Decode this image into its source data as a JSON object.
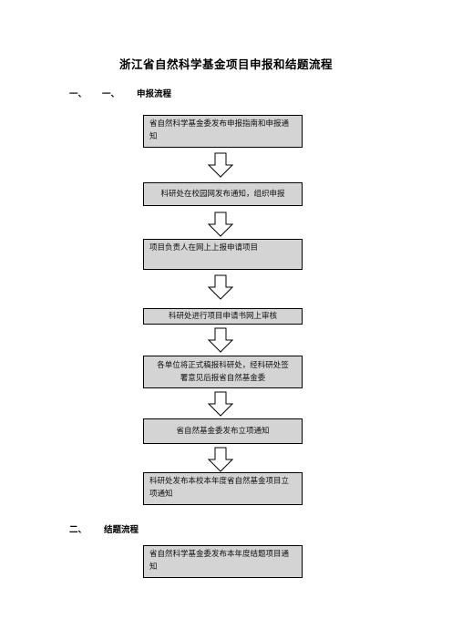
{
  "doc": {
    "title": "浙江省自然科学基金项目申报和结题流程",
    "section1": {
      "num_a": "一、",
      "num_b": "一、",
      "label": "申报流程",
      "steps": [
        "省自然科学基金委发布申报指南和申报通知",
        "科研处在校园网发布通知，组织申报",
        "项目负责人在网上上报申请项目",
        "科研处进行项目申请书网上审核",
        "各单位将正式稿报科研处，经科研处签署意见后报省自然基金委",
        "省自然基金委发布立项通知",
        "科研处发布本校本年度省自然基金项目立项通知"
      ]
    },
    "section2": {
      "num": "二、",
      "label": "结题流程",
      "steps": [
        "省自然科学基金委发布本年度结题项目通知"
      ]
    }
  }
}
